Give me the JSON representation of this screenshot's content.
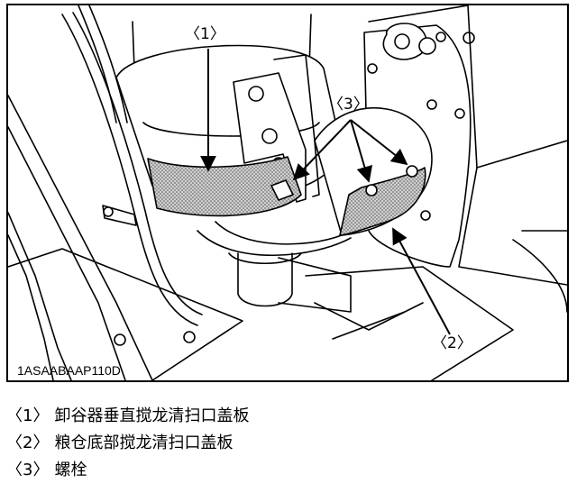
{
  "figure": {
    "code": "1ASAABAAP110D",
    "callouts": {
      "c1": "〈1〉",
      "c2": "〈2〉",
      "c3": "〈3〉"
    }
  },
  "legend": [
    {
      "key": "〈1〉",
      "text": "卸谷器垂直搅龙清扫口盖板"
    },
    {
      "key": "〈2〉",
      "text": "粮仓底部搅龙清扫口盖板"
    },
    {
      "key": "〈3〉",
      "text": "螺栓"
    }
  ],
  "colors": {
    "line": "#000000",
    "background": "#ffffff",
    "cover_fill": "dotted-gray"
  }
}
